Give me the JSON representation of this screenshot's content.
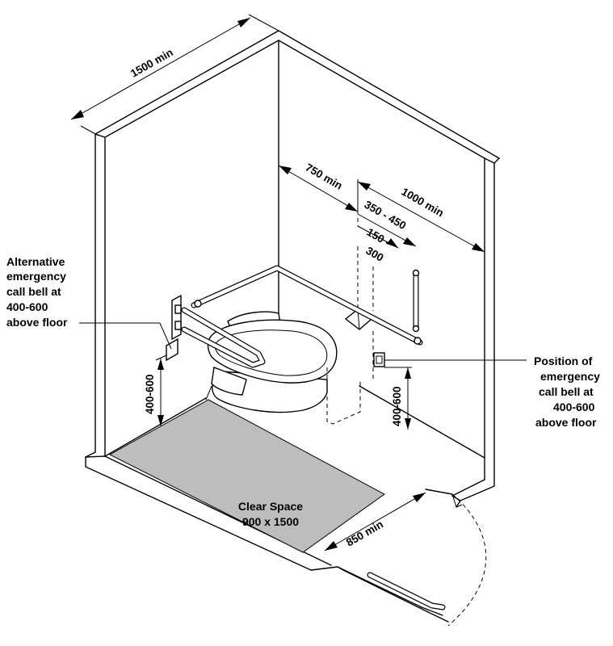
{
  "dimensions": {
    "room_width": "1500 min",
    "wc_to_side_wall": "750 min",
    "wc_front_to_wall": "1000 min",
    "flush_position": "350 - 450",
    "flush_height_line1": "150 -",
    "flush_height_line2": "300",
    "left_bell_height": "400-600",
    "right_bell_height": "400-600",
    "door_width": "850 min"
  },
  "labels": {
    "alt_bell": [
      "Alternative",
      "emergency",
      "call bell at",
      "400-600",
      "above floor"
    ],
    "bell_position": [
      "Position of",
      "emergency",
      "call bell at",
      "400-600",
      "above floor"
    ],
    "clear_space": [
      "Clear Space",
      "900 x 1500"
    ]
  }
}
